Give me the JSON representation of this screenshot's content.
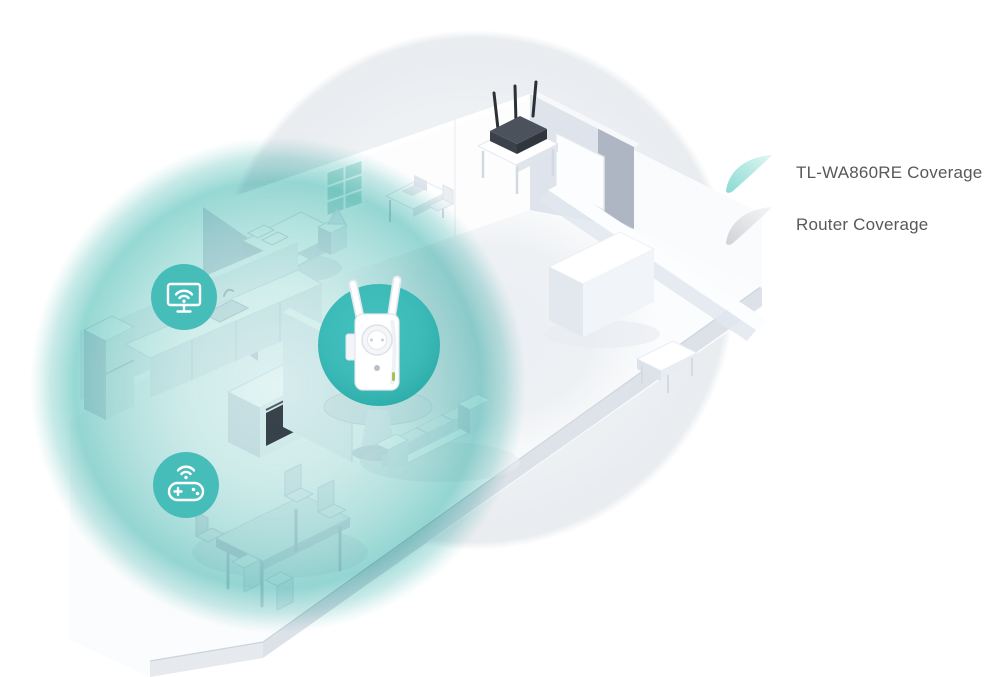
{
  "page": {
    "description": "Isometric home illustration comparing Wi-Fi coverage of the TL-WA860RE range extender with the router alone"
  },
  "legend": {
    "items": [
      {
        "id": "extender-coverage",
        "label": "TL-WA860RE Coverage",
        "swatch_color": "#8bdad3"
      },
      {
        "id": "router-coverage",
        "label": "Router Coverage",
        "swatch_color": "#d6d8da"
      }
    ],
    "text_color": "#57585a"
  },
  "scene": {
    "extender": {
      "model": "TL-WA860RE",
      "kind": "wall-plug range extender with two antennas",
      "highlight_circle_color": "#3ab8b4",
      "led_color": "#9ec45c"
    },
    "router": {
      "kind": "three-antenna router on side table",
      "body_color": "#3a414a"
    },
    "client_icons": [
      {
        "id": "tv",
        "icon": "tv-with-wifi-icon",
        "circle_color": "#47bdba"
      },
      {
        "id": "game-controller",
        "icon": "game-controller-with-wifi-icon",
        "circle_color": "#47bdba"
      }
    ],
    "coverage_areas": {
      "extender_area_color": "#7ed0ca",
      "router_area_color": "#eaedf0"
    }
  }
}
